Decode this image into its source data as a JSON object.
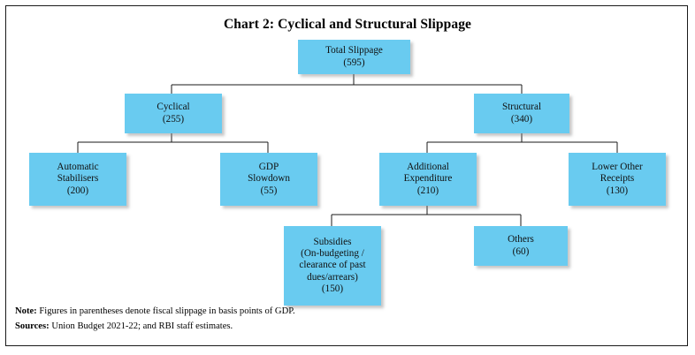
{
  "chart_data": {
    "type": "diagram",
    "title": "Chart 2: Cyclical and Structural Slippage",
    "units": "basis points of GDP",
    "nodes": [
      {
        "id": "total",
        "label": "Total Slippage",
        "value": "(595)",
        "level": 0
      },
      {
        "id": "cyclical",
        "label": "Cyclical",
        "value": "(255)",
        "level": 1
      },
      {
        "id": "structural",
        "label": "Structural",
        "value": "(340)",
        "level": 1
      },
      {
        "id": "automatic",
        "label": "Automatic Stabilisers",
        "value": "(200)",
        "level": 2
      },
      {
        "id": "gdp",
        "label": "GDP Slowdown",
        "value": "(55)",
        "level": 2
      },
      {
        "id": "additional",
        "label": "Additional Expenditure",
        "value": "(210)",
        "level": 2
      },
      {
        "id": "lower",
        "label": "Lower Other Receipts",
        "value": "(130)",
        "level": 2
      },
      {
        "id": "subsidies",
        "label": "Subsidies (On-budgeting / clearance of past dues/arrears)",
        "value": "(150)",
        "level": 3
      },
      {
        "id": "others",
        "label": "Others",
        "value": "(60)",
        "level": 3
      }
    ],
    "edges": [
      {
        "from": "total",
        "to": "cyclical"
      },
      {
        "from": "total",
        "to": "structural"
      },
      {
        "from": "cyclical",
        "to": "automatic"
      },
      {
        "from": "cyclical",
        "to": "gdp"
      },
      {
        "from": "structural",
        "to": "additional"
      },
      {
        "from": "structural",
        "to": "lower"
      },
      {
        "from": "additional",
        "to": "subsidies"
      },
      {
        "from": "additional",
        "to": "others"
      }
    ],
    "node_fill_color": "#69CBF0",
    "connector_color": "#1a1a1a"
  },
  "title": "Chart 2: Cyclical and Structural Slippage",
  "boxes": {
    "total": {
      "line1": "Total Slippage",
      "line2": "(595)"
    },
    "cyclical": {
      "line1": "Cyclical",
      "line2": "(255)"
    },
    "structural": {
      "line1": "Structural",
      "line2": "(340)"
    },
    "automatic": {
      "line1": "Automatic",
      "line2": "Stabilisers",
      "line3": "(200)"
    },
    "gdp": {
      "line1": "GDP",
      "line2": "Slowdown",
      "line3": "(55)"
    },
    "additional": {
      "line1": "Additional",
      "line2": "Expenditure",
      "line3": "(210)"
    },
    "lower": {
      "line1": "Lower Other",
      "line2": "Receipts",
      "line3": "(130)"
    },
    "subsidies": {
      "line1": "Subsidies",
      "line2": "(On-budgeting /",
      "line3": "clearance of past",
      "line4": "dues/arrears)",
      "line5": "(150)"
    },
    "others": {
      "line1": "Others",
      "line2": "(60)"
    }
  },
  "footnotes": {
    "note_label": "Note:",
    "note_text": "Figures in parentheses denote fiscal slippage in basis points of GDP.",
    "sources_label": "Sources:",
    "sources_text": "Union Budget 2021-22; and RBI staff estimates."
  }
}
